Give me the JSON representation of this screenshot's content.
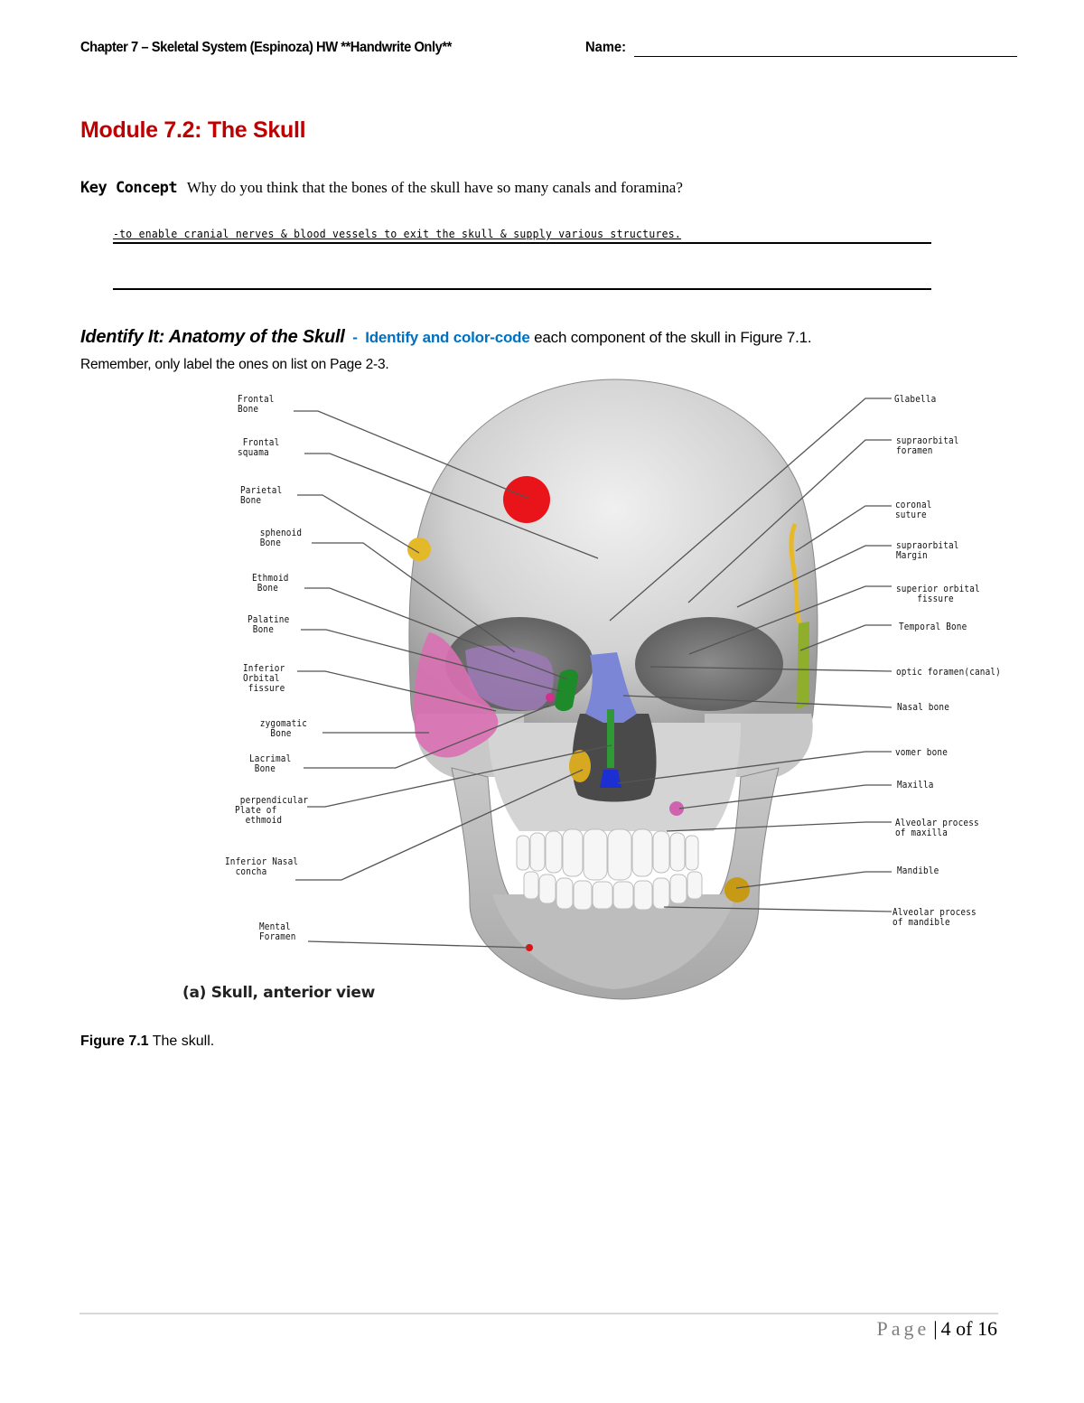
{
  "header": {
    "title": "Chapter 7 – Skeletal System (Espinoza) HW **Handwrite Only**",
    "name_label": "Name:",
    "name_value": ""
  },
  "module": {
    "title": "Module 7.2: The Skull"
  },
  "key_concept": {
    "label": "Key Concept",
    "question": "Why do you think that the bones of the skull have so many canals and foramina?",
    "answer_line1": "-to enable cranial nerves & blood vessels to exit the skull & supply various structures.",
    "answer_line2": ""
  },
  "identify": {
    "title": "Identify It: Anatomy of the Skull",
    "dash": "-",
    "instruction_highlight": "Identify and color-code",
    "instruction_rest": " each component of the skull in Figure 7.1.",
    "remember": "Remember, only label the ones on list on Page 2-3."
  },
  "figure": {
    "subcaption": "(a) Skull, anterior view",
    "caption_label": "Figure 7.1",
    "caption_text": "The skull.",
    "colors": {
      "frontal_bone": "#e8141a",
      "parietal_bone": "#e3b92a",
      "sphenoid_bone": "#9a79b4",
      "ethmoid_bone": "#1f8a2a",
      "zygomatic_bone": "#d96fb3",
      "nasal_bone": "#7b86d6",
      "vomer_bone": "#1b2fd2",
      "perpendicular_plate": "#2f9a35",
      "temporal_bone": "#8fae2c",
      "coronal_suture": "#e7b928",
      "inferior_nasal_concha": "#d6a920",
      "maxilla": "#d063b0",
      "mandible": "#c79a16",
      "mental_foramen": "#e21010"
    },
    "left_labels": [
      {
        "text": "Frontal\nBone"
      },
      {
        "text": " Frontal\nsquama"
      },
      {
        "text": "Parietal\nBone"
      },
      {
        "text": " sphenoid\n Bone"
      },
      {
        "text": "Ethmoid\n Bone"
      },
      {
        "text": "Palatine\n Bone"
      },
      {
        "text": "Inferior\nOrbital\n fissure"
      },
      {
        "text": " zygomatic\n   Bone"
      },
      {
        "text": "Lacrimal\n Bone"
      },
      {
        "text": " perpendicular\nPlate of\n  ethmoid"
      },
      {
        "text": "Inferior Nasal\n  concha"
      },
      {
        "text": "Mental\nForamen"
      }
    ],
    "right_labels": [
      {
        "text": "Glabella"
      },
      {
        "text": "supraorbital\nforamen"
      },
      {
        "text": "coronal\nsuture"
      },
      {
        "text": "supraorbital\nMargin"
      },
      {
        "text": "superior orbital\n    fissure"
      },
      {
        "text": "Temporal Bone"
      },
      {
        "text": "optic foramen(canal)"
      },
      {
        "text": "Nasal bone"
      },
      {
        "text": "vomer bone"
      },
      {
        "text": "Maxilla"
      },
      {
        "text": "Alveolar process\nof maxilla"
      },
      {
        "text": "Mandible"
      },
      {
        "text": "Alveolar process\nof mandible"
      }
    ]
  },
  "footer": {
    "page_word": "Page",
    "separator": "|",
    "page_number": "4 of 16"
  }
}
